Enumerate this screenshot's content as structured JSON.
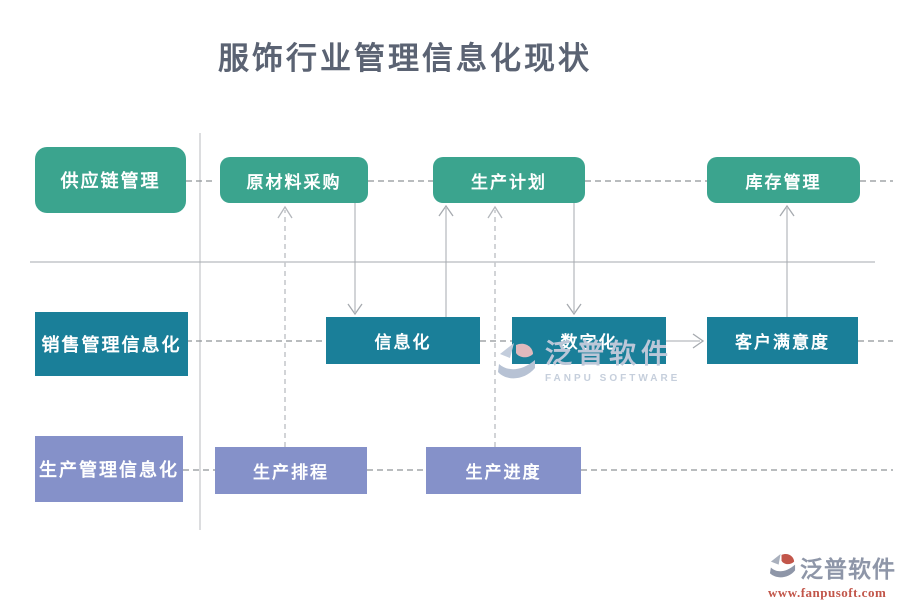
{
  "title": "服饰行业管理信息化现状",
  "colors": {
    "green": "#3ba48e",
    "teal": "#1a7f99",
    "purple": "#8591c9",
    "title": "#5b6373",
    "line": "#a6aaaf",
    "dash": "#8f9398",
    "dash-light": "#c7c9cd",
    "node-text": "#ffffff",
    "wm": "#bcc7d8",
    "wm-sub": "#c6cfdc",
    "wm-pink": "#e0b9bd",
    "footer-gray": "#8e96a8",
    "footer-red": "#c2564a"
  },
  "nodes": {
    "supply_chain": "供应链管理",
    "raw_material": "原材料采购",
    "production_plan": "生产计划",
    "inventory": "库存管理",
    "sales_info": "销售管理信息化",
    "informatization": "信息化",
    "digitalization": "数字化",
    "customer_satisfaction": "客户满意度",
    "production_info": "生产管理信息化",
    "scheduling": "生产排程",
    "progress": "生产进度"
  },
  "edges": [
    {
      "from": "原材料采购",
      "to": "信息化",
      "style": "solid-arrow-down"
    },
    {
      "from": "信息化",
      "to": "生产计划",
      "style": "solid-arrow-up"
    },
    {
      "from": "生产进度",
      "to": "生产计划",
      "style": "dashed-arrow-up"
    },
    {
      "from": "生产计划",
      "to": "数字化",
      "style": "solid-arrow-down"
    },
    {
      "from": "生产排程",
      "to": "原材料采购",
      "style": "dashed-arrow-up"
    },
    {
      "from": "客户满意度",
      "to": "库存管理",
      "style": "solid-arrow-up"
    },
    {
      "from": "数字化",
      "to": "客户满意度",
      "style": "solid-arrow-right"
    }
  ],
  "watermark": {
    "brand": "泛普软件",
    "sub": "FANPU SOFTWARE"
  },
  "footer": {
    "brand": "泛普软件",
    "url": "www.fanpusoft.com"
  }
}
